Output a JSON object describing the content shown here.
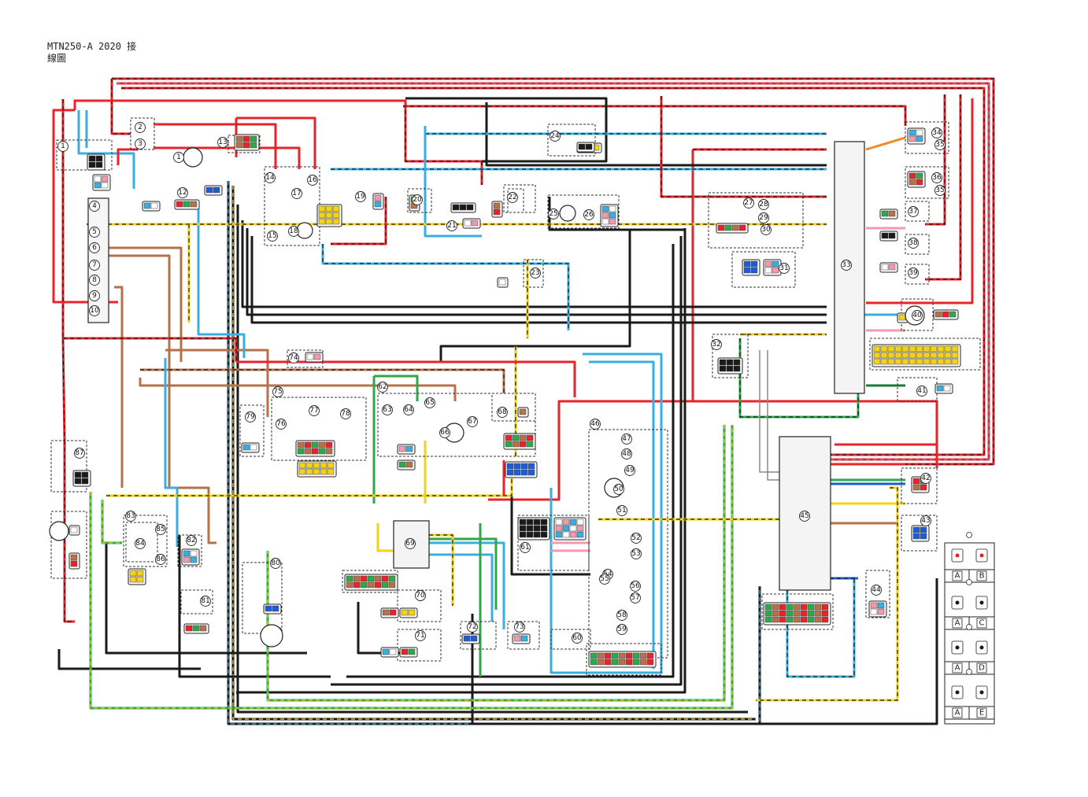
{
  "title": {
    "line1": "MTN250-A 2020 接",
    "line2": "線圖"
  },
  "components": [
    "1",
    "2",
    "3",
    "4",
    "5",
    "6",
    "7",
    "8",
    "9",
    "10",
    "1",
    "12",
    "13",
    "14",
    "15",
    "16",
    "17",
    "18",
    "19",
    "20",
    "21",
    "22",
    "23",
    "24",
    "25",
    "26",
    "27",
    "28",
    "29",
    "30",
    "31",
    "32",
    "33",
    "34",
    "35",
    "36",
    "35",
    "37",
    "38",
    "39",
    "40",
    "41",
    "42",
    "43",
    "44",
    "45",
    "46",
    "47",
    "48",
    "49",
    "50",
    "51",
    "52",
    "53",
    "54",
    "55",
    "56",
    "57",
    "58",
    "59",
    "60",
    "61",
    "62",
    "63",
    "64",
    "65",
    "66",
    "67",
    "68",
    "69",
    "70",
    "71",
    "72",
    "73",
    "74",
    "75",
    "76",
    "77",
    "78",
    "79",
    "80",
    "81",
    "82",
    "83",
    "84",
    "85",
    "86",
    "87"
  ],
  "legend": {
    "rows": [
      [
        "A",
        "B"
      ],
      [
        "A",
        "C"
      ],
      [
        "A",
        "D"
      ],
      [
        "A",
        "E"
      ]
    ]
  },
  "wire_colors": {
    "red": "#e8232a",
    "black": "#1a1a1a",
    "brown": "#b5714a",
    "sky_blue": "#3aaee0",
    "green": "#2ea84a",
    "yellow": "#f2d21b",
    "orange": "#f08a24",
    "pink": "#f39ab0",
    "dark_green": "#1c7a3a",
    "blue": "#1f5bd1"
  }
}
